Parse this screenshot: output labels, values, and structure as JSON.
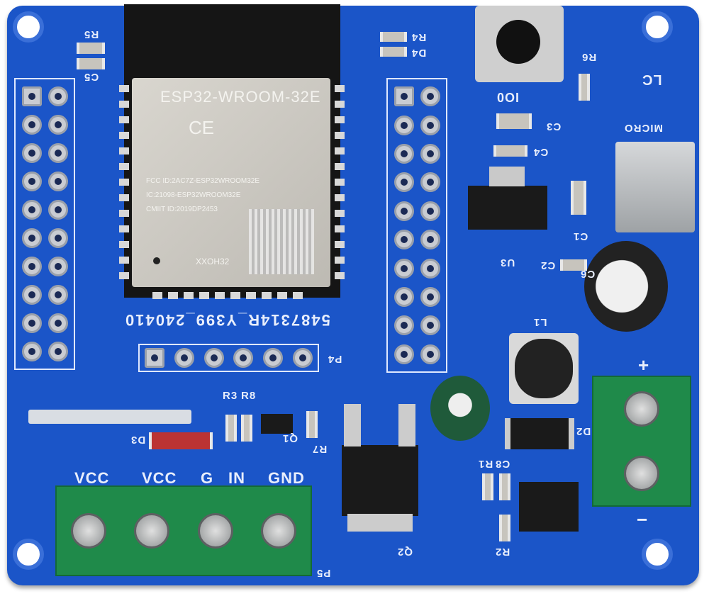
{
  "module": {
    "model": "ESP32-WROOM-32E",
    "ce": "CE",
    "fcc": "FCC ID:2AC7Z-ESP32WROOM32E",
    "ic": "IC:21098-ESP32WROOM32E",
    "cmiit": "CMIIT ID:2019DP2453",
    "code": "XXOH32",
    "serial": "5487314R_Y399_240410"
  },
  "labels": {
    "r5": "R5",
    "c5": "C5",
    "r4": "R4",
    "d4": "D4",
    "r6": "R6",
    "lc": "LC",
    "io0": "IO0",
    "c3": "C3",
    "c4": "C4",
    "micro": "MICRO",
    "u3": "U3",
    "c1": "C1",
    "c2": "C2",
    "c6": "C6",
    "l1": "L1",
    "d2": "D2",
    "p4": "P4",
    "r3": "R3",
    "r8": "R8",
    "d3": "D3",
    "q1": "Q1",
    "r7": "R7",
    "q2": "Q2",
    "r1": "R1",
    "c8": "C8",
    "r2": "R2",
    "p5": "P5",
    "plus": "+",
    "minus": "−"
  },
  "terminal": {
    "pins": [
      "VCC",
      "VCC",
      "G",
      "IN",
      "GND"
    ]
  },
  "colors": {
    "board": "#1b55c8",
    "terminal": "#1f8a4a"
  }
}
